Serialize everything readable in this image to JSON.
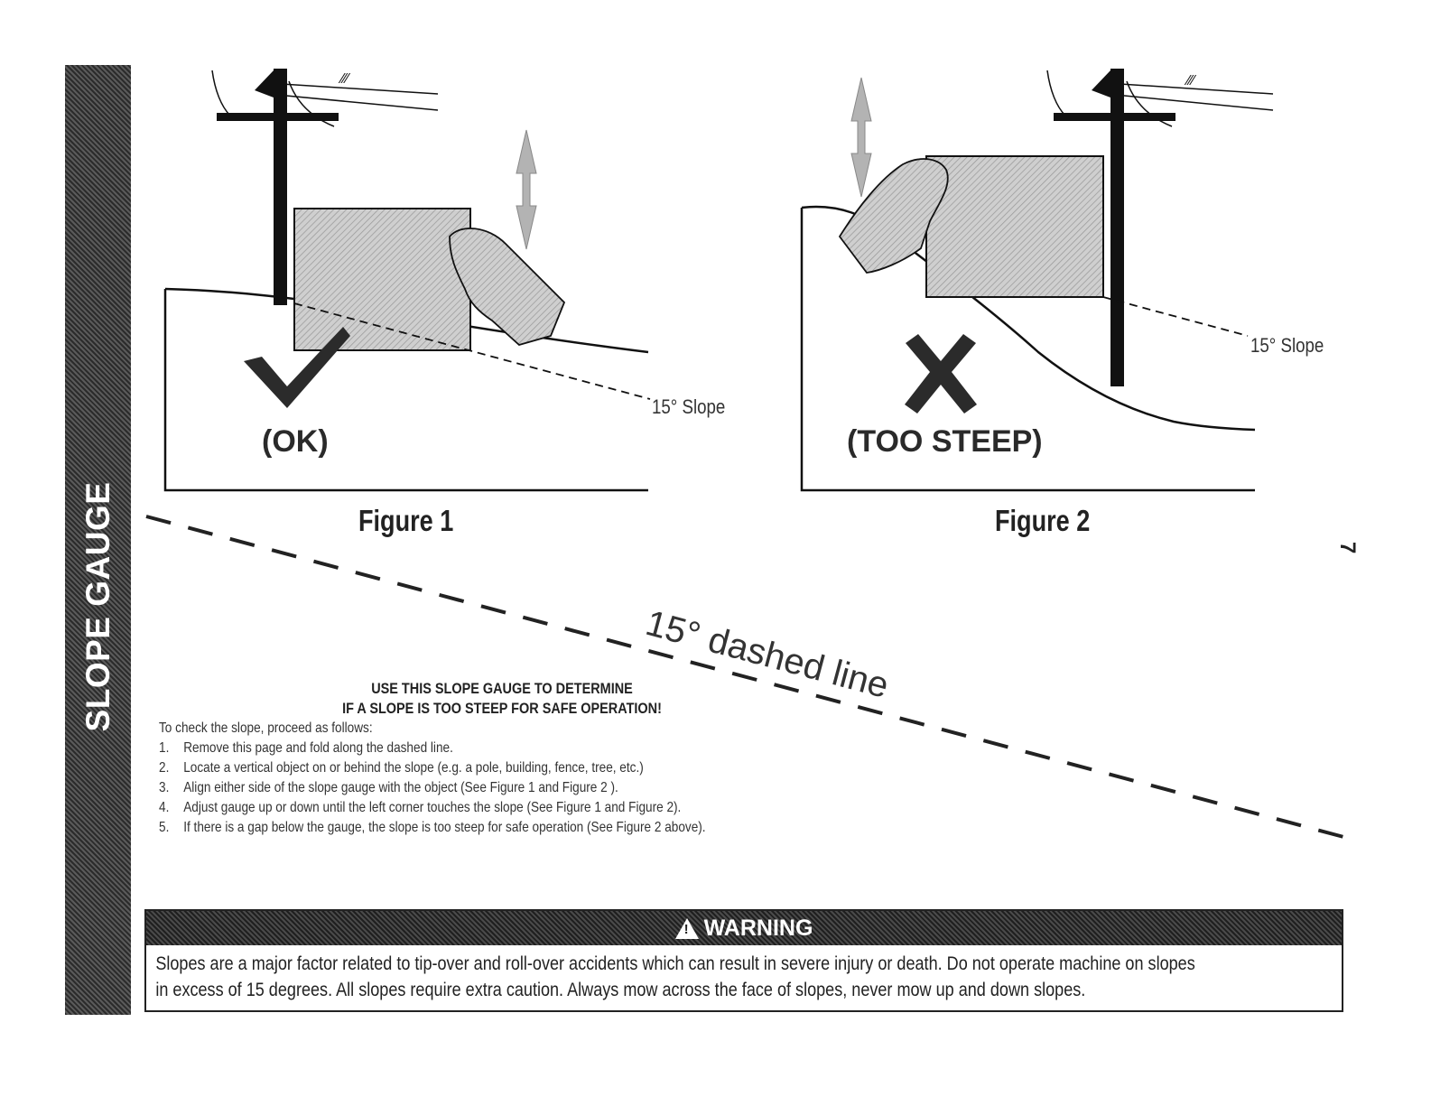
{
  "side_tab": {
    "label": "SLOPE GAUGE"
  },
  "page_number": "7",
  "figure1": {
    "status": "(OK)",
    "slope_label": "15° Slope",
    "caption": "Figure 1"
  },
  "figure2": {
    "status": "(TOO STEEP)",
    "slope_label": "15° Slope",
    "caption": "Figure 2"
  },
  "dashed_line_label": "15° dashed line",
  "instructions": {
    "heading_line1": "USE THIS SLOPE GAUGE TO DETERMINE",
    "heading_line2": "IF A SLOPE IS TOO STEEP FOR SAFE OPERATION!",
    "intro": "To check the slope, proceed as follows:",
    "steps": [
      {
        "num": "1.",
        "text": "Remove this page and fold along the dashed line."
      },
      {
        "num": "2.",
        "text": "Locate a vertical object on or behind the slope (e.g. a pole, building, fence,  tree, etc.)"
      },
      {
        "num": "3.",
        "text": "Align either side of the slope gauge with the object (See Figure 1 and Figure 2 )."
      },
      {
        "num": "4.",
        "text": "Adjust gauge up or down until the left corner touches the slope (See Figure 1 and Figure 2)."
      },
      {
        "num": "5.",
        "text": "If there is a gap below the gauge, the slope is too steep for safe operation (See Figure 2 above)."
      }
    ]
  },
  "warning": {
    "title": "WARNING",
    "icon": "warning-triangle-icon",
    "line1": "Slopes are a major factor related to tip-over and roll-over accidents which can result in severe injury or death. Do not operate machine on slopes",
    "line2": "in excess of 15 degrees. All slopes require extra caution. Always mow across the face of slopes, never mow up and down slopes."
  }
}
